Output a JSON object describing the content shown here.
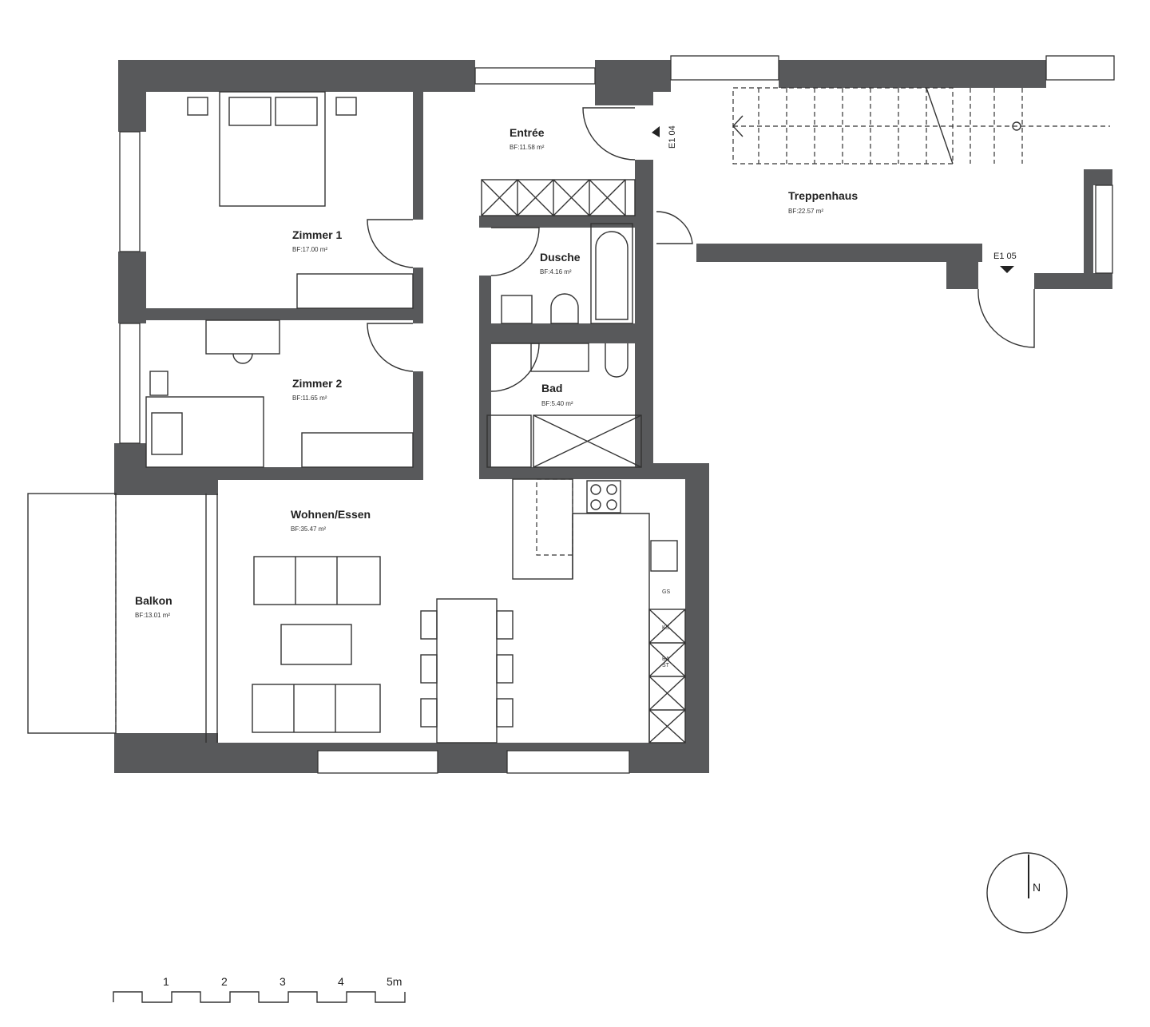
{
  "rooms": {
    "entree": {
      "name": "Entrée",
      "area": "BF:11.58 m²"
    },
    "zimmer1": {
      "name": "Zimmer 1",
      "area": "BF:17.00 m²"
    },
    "zimmer2": {
      "name": "Zimmer 2",
      "area": "BF:11.65 m²"
    },
    "dusche": {
      "name": "Dusche",
      "area": "BF:4.16 m²"
    },
    "bad": {
      "name": "Bad",
      "area": "BF:5.40 m²"
    },
    "treppenhaus": {
      "name": "Treppenhaus",
      "area": "BF:22.57 m²"
    },
    "wohnen": {
      "name": "Wohnen/Essen",
      "area": "BF:35.47 m²"
    },
    "balkon": {
      "name": "Balkon",
      "area": "BF:13.01 m²"
    }
  },
  "door_tags": {
    "e104": "E1 04",
    "e105": "E1 05"
  },
  "kitchen_labels": {
    "gs": "GS",
    "ks": "KS",
    "bast1": "BA",
    "bast2": "ST"
  },
  "north": "N",
  "scale_bar": {
    "labels": [
      "1",
      "2",
      "3",
      "4",
      "5m"
    ]
  },
  "colors": {
    "wall": "#58595b",
    "line": "#333333"
  }
}
